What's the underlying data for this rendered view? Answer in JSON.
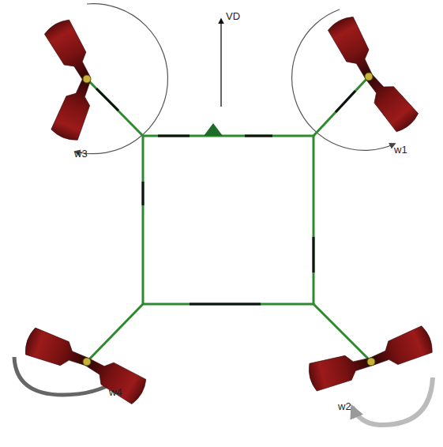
{
  "diagram": {
    "labels": [
      "VD",
      "w3",
      "w1",
      "w4",
      "w2"
    ]
  }
}
